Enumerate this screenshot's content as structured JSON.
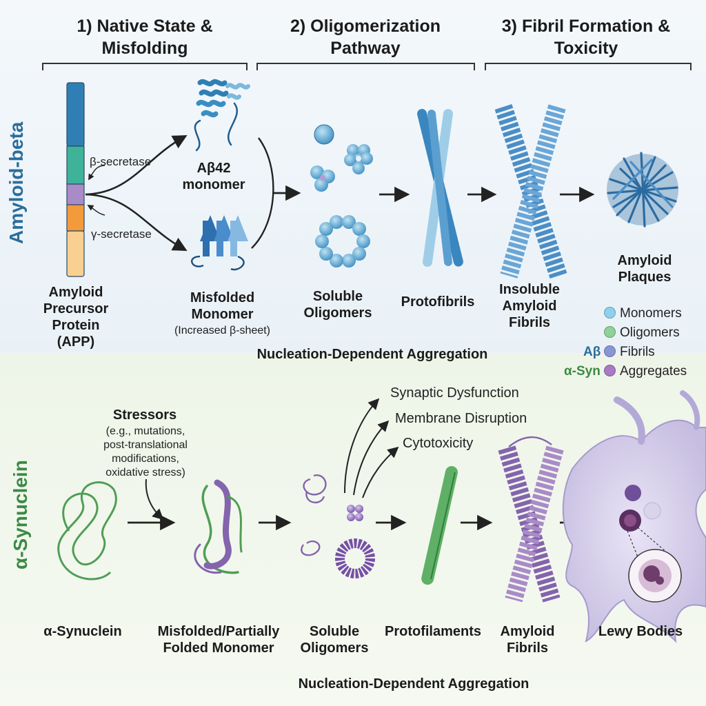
{
  "stages": [
    {
      "title": "1) Native State & Misfolding"
    },
    {
      "title": "2) Oligomerization Pathway"
    },
    {
      "title": "3) Fibril Formation & Toxicity"
    }
  ],
  "amyloid_row": {
    "row_label": "Amyloid-beta",
    "app_label": "Amyloid Precursor Protein (APP)",
    "beta_secretase": "β-secretase",
    "gamma_secretase": "γ-secretase",
    "monomer_label": "Aβ42 monomer",
    "misfolded_label": "Misfolded Monomer",
    "misfolded_note": "(Increased β-sheet)",
    "oligomers_label": "Soluble Oligomers",
    "protofibrils_label": "Protofibrils",
    "fibrils_label": "Insoluble Amyloid Fibrils",
    "plaques_label": "Amyloid Plaques",
    "aggregation_label": "Nucleation-Dependent Aggregation",
    "colors": {
      "blue": "#2f7fb4",
      "teal": "#3fb39a",
      "purple": "#a98bc7",
      "orange": "#f39a3a",
      "peach": "#f9cf92"
    }
  },
  "legend": {
    "ab_prefix": "Aβ",
    "syn_prefix": "α-Syn",
    "items": [
      {
        "label": "Monomers",
        "color": "#8fd0ec"
      },
      {
        "label": "Oligomers",
        "color": "#8fd19a"
      },
      {
        "label": "Fibrils",
        "color": "#8a95d6"
      },
      {
        "label": "Aggregates",
        "color": "#a97ac4"
      }
    ]
  },
  "synuclein_row": {
    "row_label": "α-Synuclein",
    "stressors_title": "Stressors",
    "stressors_detail": "(e.g., mutations, post-translational modifications, oxidative stress)",
    "effects": [
      "Synaptic Dysfunction",
      "Membrane Disruption",
      "Cytotoxicity"
    ],
    "monomer_label": "α-Synuclein",
    "misfolded_label": "Misfolded/Partially Folded Monomer",
    "oligomers_label": "Soluble Oligomers",
    "protofilaments_label": "Protofilaments",
    "fibrils_label": "Amyloid Fibrils",
    "lewy_label": "Lewy Bodies",
    "aggregation_label": "Nucleation-Dependent Aggregation",
    "colors": {
      "green": "#4f9e55",
      "purple": "#8464ad",
      "lilac": "#d7d0ea"
    }
  }
}
